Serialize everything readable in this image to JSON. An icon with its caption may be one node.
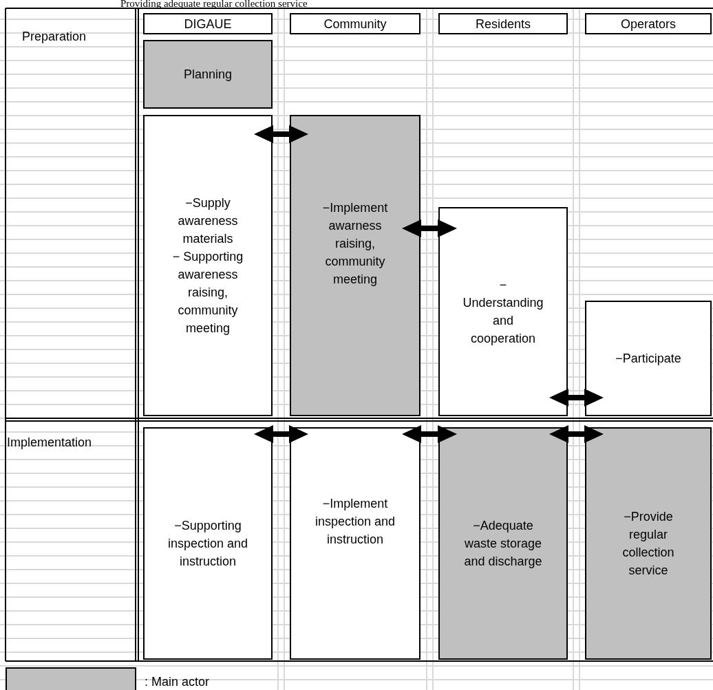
{
  "diagram": {
    "title": "Providing adequate regular collection service",
    "nodes": [
      {
        "text": [
          "DIGAUE"
        ]
      },
      {
        "text": [
          "Community"
        ]
      },
      {
        "text": [
          "Residents"
        ]
      },
      {
        "text": [
          "Operators"
        ]
      },
      {
        "text": [
          "Planning"
        ]
      },
      {
        "text": [
          "−Supply awareness materials",
          "− Supporting awareness raising, community meeting"
        ]
      },
      {
        "text": [
          "−Implement awarness raising, community meeting"
        ]
      },
      {
        "text": [
          "− Understanding and cooperation"
        ]
      },
      {
        "text": [
          "−Participate"
        ]
      },
      {
        "text": [
          "−Supporting inspection and instruction"
        ]
      },
      {
        "text": [
          "−Implement inspection and instruction"
        ]
      },
      {
        "text": [
          "−Adequate waste storage and discharge"
        ]
      },
      {
        "text": [
          "−Provide regular collection service"
        ]
      }
    ],
    "edges": [
      {
        "from": 5,
        "to": 6,
        "arrow": "both"
      },
      {
        "from": 6,
        "to": 7,
        "arrow": "both"
      },
      {
        "from": 7,
        "to": 8,
        "arrow": "both"
      },
      {
        "from": 9,
        "to": 10,
        "arrow": "both"
      },
      {
        "from": 10,
        "to": 11,
        "arrow": "both"
      },
      {
        "from": 11,
        "to": 12,
        "arrow": "both"
      }
    ],
    "labels": [
      "Preparation",
      "Implementation"
    ],
    "legend": [
      {
        "text": ": Main actor",
        "color": "#c0c0c0"
      }
    ]
  }
}
